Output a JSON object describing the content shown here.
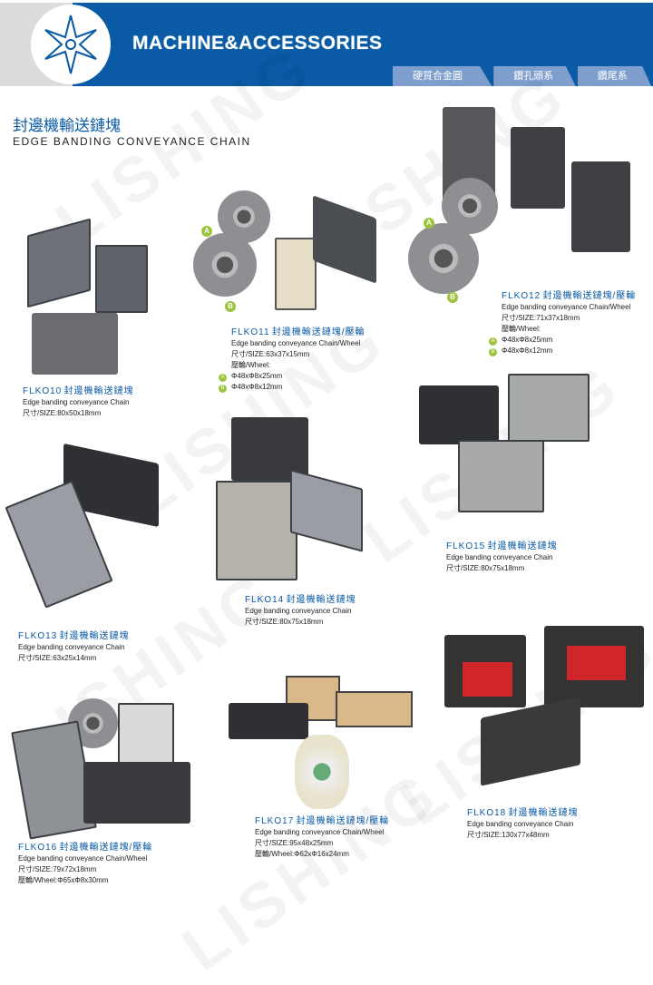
{
  "header": {
    "brand": "MACHINE&ACCESSORIES",
    "tabs": [
      "硬質合金圓鋸片",
      "鑽孔頭系列",
      "鑽尾系列"
    ]
  },
  "page": {
    "title_cn": "封邊機輸送鏈塊",
    "title_en": "EDGE BANDING CONVEYANCE CHAIN"
  },
  "watermark": "LISHING",
  "callouts": {
    "a": "A",
    "b": "B"
  },
  "products": [
    {
      "code": "FLKO10",
      "name": "封邊機輸送鏈塊",
      "desc": "Edge banding conveyance Chain",
      "size": "尺寸/SIZE:80x50x18mm"
    },
    {
      "code": "FLKO11",
      "name": "封邊機輸送鏈塊/壓輪",
      "desc": "Edge banding conveyance Chain/Wheel",
      "size": "尺寸/SIZE:63x37x15mm",
      "wheel_label": "壓輪/Wheel:",
      "wheels": [
        "Φ48xΦ8x25mm",
        "Φ48xΦ8x12mm"
      ]
    },
    {
      "code": "FLKO12",
      "name": "封邊機輸送鏈塊/壓輪",
      "desc": "Edge banding conveyance Chain/Wheel",
      "size": "尺寸/SIZE:71x37x18mm",
      "wheel_label": "壓輪/Wheel:",
      "wheels": [
        "Φ48xΦ8x25mm",
        "Φ48xΦ8x12mm"
      ]
    },
    {
      "code": "FLKO13",
      "name": "封邊機輸送鏈塊",
      "desc": "Edge banding conveyance Chain",
      "size": "尺寸/SIZE:63x25x14mm"
    },
    {
      "code": "FLKO14",
      "name": "封邊機輸送鏈塊",
      "desc": "Edge banding conveyance Chain",
      "size": "尺寸/SIZE:80x75x18mm"
    },
    {
      "code": "FLKO15",
      "name": "封邊機輸送鏈塊",
      "desc": "Edge banding conveyance Chain",
      "size": "尺寸/SIZE:80x75x18mm"
    },
    {
      "code": "FLKO16",
      "name": "封邊機輸送鏈塊/壓輪",
      "desc": "Edge banding conveyance Chain/Wheel",
      "size": "尺寸/SIZE:79x72x18mm",
      "wheel_text": "壓輪/Wheel:Φ65xΦ8x30mm"
    },
    {
      "code": "FLKO17",
      "name": "封邊機輸送鏈塊/壓輪",
      "desc": "Edge banding conveyance Chain/Wheel",
      "size": "尺寸/SIZE:95x48x25mm",
      "wheel_text": "壓輪/Wheel:Φ62xΦ16x24mm"
    },
    {
      "code": "FLKO18",
      "name": "封邊機輸送鏈塊",
      "desc": "Edge banding conveyance Chain",
      "size": "尺寸/SIZE:130x77x48mm"
    }
  ]
}
